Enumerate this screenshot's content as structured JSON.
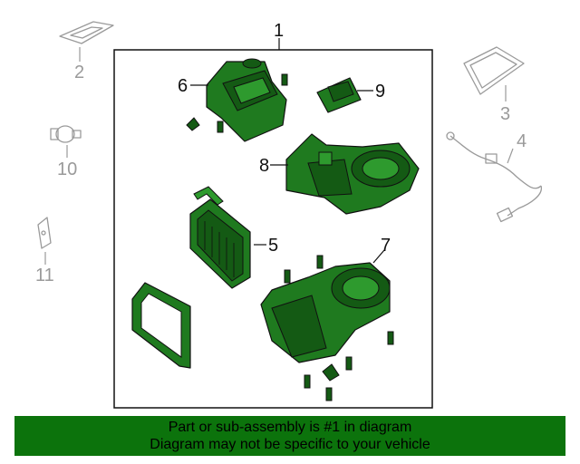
{
  "callouts": {
    "c1": "1",
    "c2": "2",
    "c3": "3",
    "c4": "4",
    "c5": "5",
    "c6": "6",
    "c7": "7",
    "c8": "8",
    "c9": "9",
    "c10": "10",
    "c11": "11"
  },
  "banner": {
    "line1": "Part or sub-assembly is #1 in diagram",
    "line2": "Diagram may not be specific to your vehicle"
  },
  "colors": {
    "part_green": "#1f7a1f",
    "banner_green": "#0c730c",
    "ghost_grey": "#9a9a9a"
  }
}
